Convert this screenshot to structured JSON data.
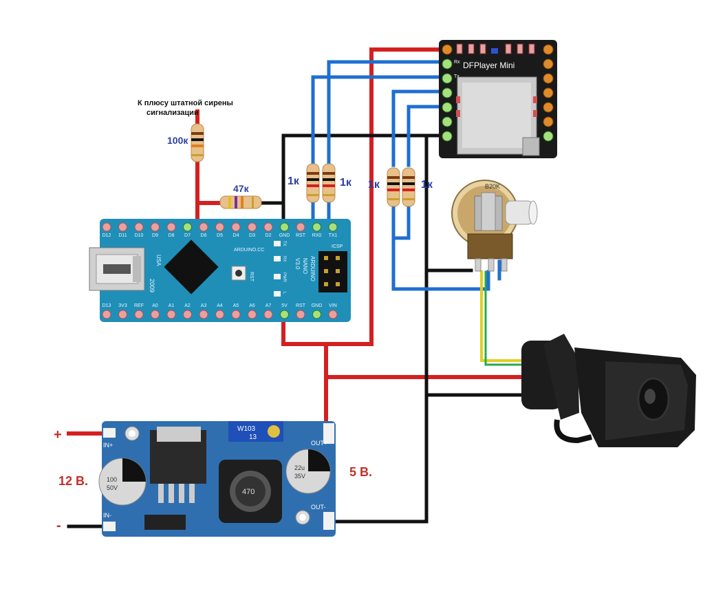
{
  "annotations": {
    "siren_note_line1": "К плюсу штатной сирены",
    "siren_note_line2": "сигнализации",
    "r_100k": "100к",
    "r_47k": "47к",
    "r_1k_a": "1к",
    "r_1k_b": "1к",
    "r_1k_c": "1к",
    "r_1k_d": "1к",
    "input_voltage": "12 В.",
    "output_voltage": "5 В.",
    "plus_sign": "+",
    "minus_sign": "-"
  },
  "dfplayer": {
    "title": "DFPlayer Mini",
    "rx": "Rx",
    "tx": "Tx"
  },
  "arduino": {
    "top_pins": [
      "D12",
      "D11",
      "D10",
      "D9",
      "D8",
      "D7",
      "D6",
      "D5",
      "D4",
      "D3",
      "D2",
      "GND",
      "RST",
      "RX0",
      "TX1"
    ],
    "bottom_pins": [
      "D13",
      "3V3",
      "REF",
      "A0",
      "A1",
      "A2",
      "A3",
      "A4",
      "A5",
      "A6",
      "A7",
      "5V",
      "RST",
      "GND",
      "VIN"
    ],
    "brand": "ARDUINO.CC",
    "model_lines": [
      "ARDUINO",
      "NANO",
      "V3.0"
    ],
    "usa": "USA",
    "year": "2009",
    "icsp": "ICSP",
    "led_labels": [
      "TX",
      "RX",
      "PWR",
      "L"
    ],
    "rst": "RST"
  },
  "potentiometer": {
    "label": "B20K"
  },
  "converter": {
    "in_plus": "IN+",
    "in_minus": "IN-",
    "out_plus": "OUT+",
    "out_minus": "OUT-",
    "trimmer": "W103",
    "trimmer_num": "13",
    "cap_left": [
      "100",
      "50V"
    ],
    "cap_right": [
      "22u",
      "35V"
    ],
    "inductor": "470"
  },
  "colors": {
    "wire_red": "#d42020",
    "wire_blue": "#1f6fd1",
    "wire_black": "#111111",
    "wire_yellow": "#e0d020",
    "wire_green": "#2aa84a",
    "board_blue": "#1f8fb8",
    "label_blue": "#2b3fa0",
    "label_red": "#c0302a"
  }
}
